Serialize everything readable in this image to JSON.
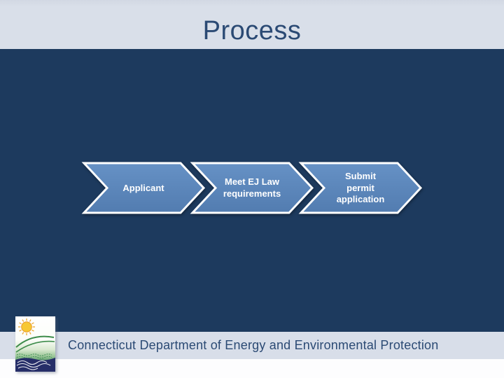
{
  "slide": {
    "title": "Process",
    "footer_text": "Connecticut Department of Energy and Environmental Protection"
  },
  "process": {
    "type": "chevron-flow",
    "steps": [
      {
        "label": "Applicant"
      },
      {
        "label": "Meet EJ Law\nrequirements"
      },
      {
        "label": "Submit\npermit\napplication"
      }
    ]
  },
  "logo": {
    "name": "Connecticut DEEP logo",
    "elements": [
      "sun",
      "green hills",
      "waves",
      "water"
    ]
  },
  "colors": {
    "header_background": "#d8dee9",
    "body_background": "#1d3a5e",
    "chevron_fill": "#5b85bb",
    "chevron_border": "#ffffff",
    "title_text": "#2b4a74",
    "footer_text": "#2b4a74",
    "step_text": "#ffffff",
    "footer_band": "#d8dee9",
    "footer_bottom": "#fdfdfe"
  }
}
